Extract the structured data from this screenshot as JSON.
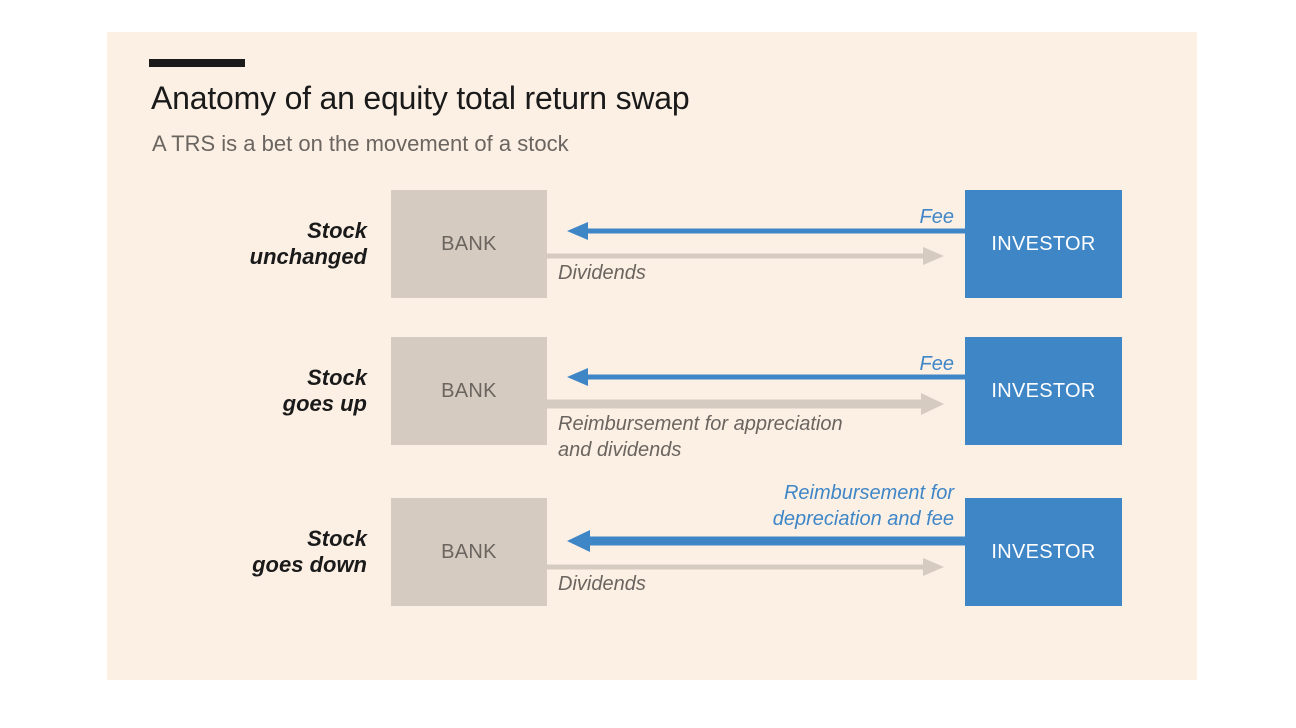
{
  "title": "Anatomy of an equity total return swap",
  "subtitle": "A TRS is a bet on the movement of a stock",
  "colors": {
    "background": "#fcf0e5",
    "bank_box": "#d6cbc0",
    "investor_box": "#3f86c7",
    "arrow_blue": "#3f86c7",
    "arrow_grey": "#d6cbc0",
    "text_dark": "#1a1a1a",
    "text_grey": "#6b6560"
  },
  "rows": [
    {
      "label_line1": "Stock",
      "label_line2": "unchanged",
      "bank": "BANK",
      "investor": "INVESTOR",
      "to_bank_line1": "Fee",
      "to_bank_line2": "",
      "to_investor_line1": "Dividends",
      "to_investor_line2": ""
    },
    {
      "label_line1": "Stock",
      "label_line2": "goes up",
      "bank": "BANK",
      "investor": "INVESTOR",
      "to_bank_line1": "Fee",
      "to_bank_line2": "",
      "to_investor_line1": "Reimbursement for appreciation",
      "to_investor_line2": "and dividends"
    },
    {
      "label_line1": "Stock",
      "label_line2": "goes down",
      "bank": "BANK",
      "investor": "INVESTOR",
      "to_bank_line1": "Reimbursement for",
      "to_bank_line2": "depreciation and fee",
      "to_investor_line1": "Dividends",
      "to_investor_line2": ""
    }
  ]
}
